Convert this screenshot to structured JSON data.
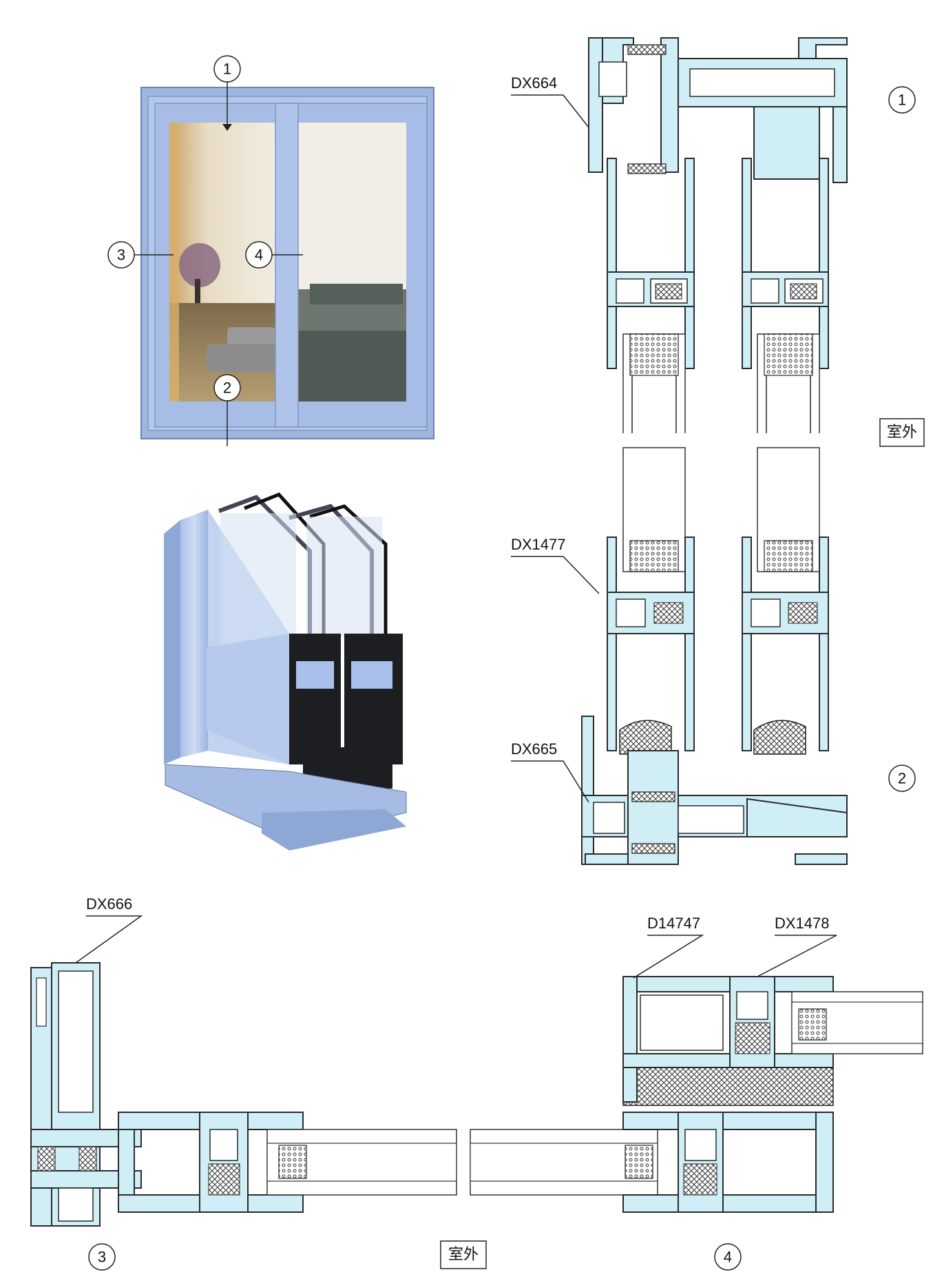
{
  "labels": {
    "dx664": "DX664",
    "dx1477": "DX1477",
    "dx665": "DX665",
    "dx666": "DX666",
    "d14747": "D14747",
    "dx1478": "DX1478"
  },
  "markers": {
    "m1": "1",
    "m2": "2",
    "m3": "3",
    "m4": "4"
  },
  "outdoor_label": "室外",
  "colors": {
    "profile_fill": "#cfeef6",
    "frame_blue": "#9fb7e0",
    "outline": "#2a2a2a"
  },
  "images": {
    "door_photo": "sliding-door-photo",
    "cutaway": "profile-cutaway-render"
  }
}
